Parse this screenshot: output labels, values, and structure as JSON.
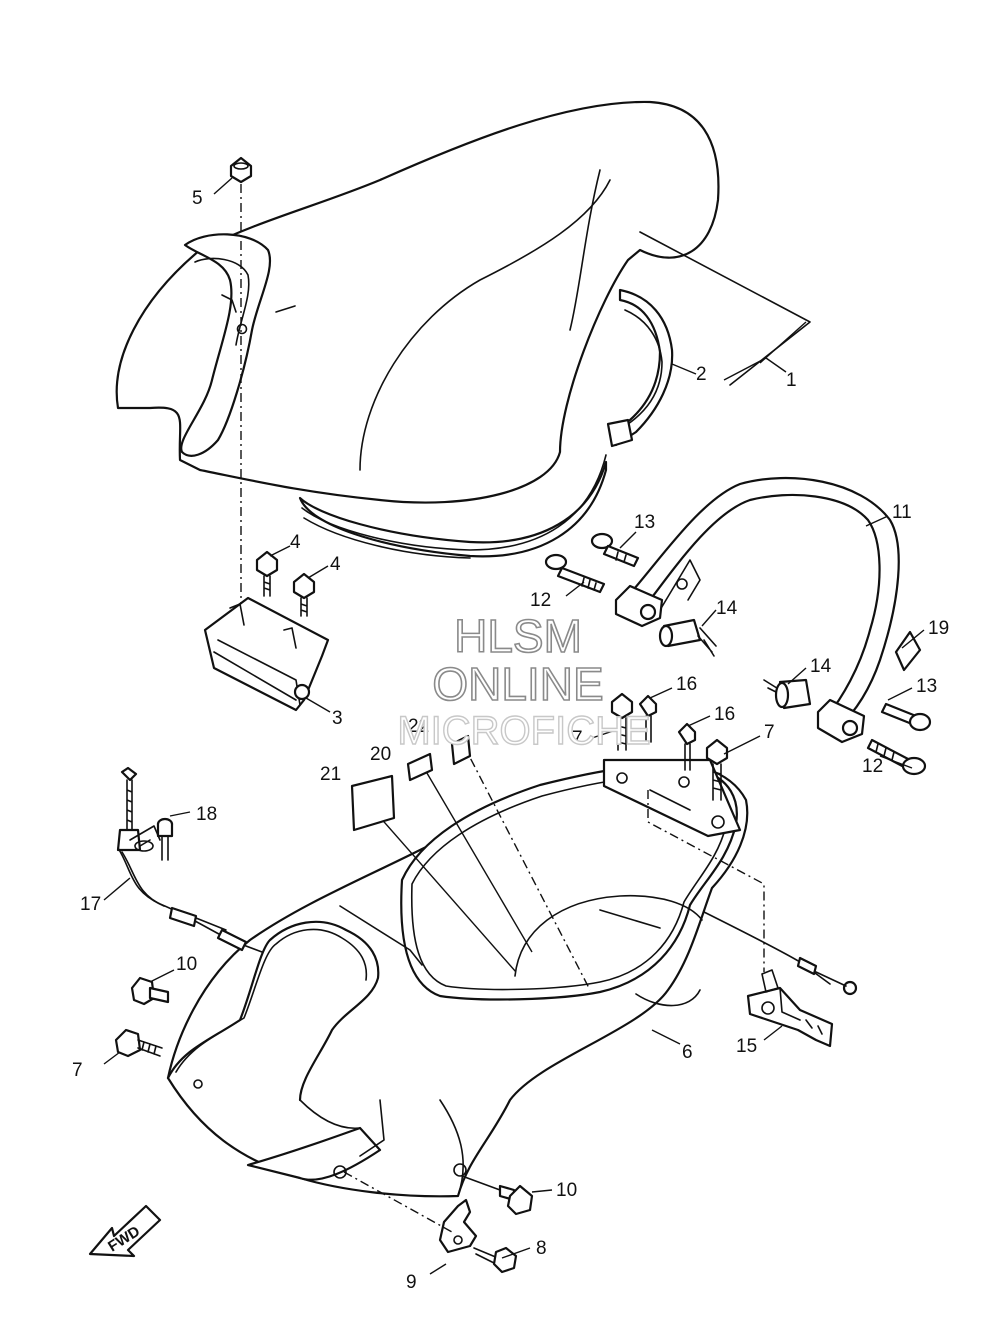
{
  "watermark": {
    "line1": "HLSM",
    "line2": "ONLINE",
    "line3": "MICROFICHE"
  },
  "direction_badge": {
    "label": "FWD",
    "icon": "forward-arrow-icon"
  },
  "callouts": [
    {
      "id": "c1",
      "label": "1"
    },
    {
      "id": "c2",
      "label": "2"
    },
    {
      "id": "c3",
      "label": "3"
    },
    {
      "id": "c4a",
      "label": "4"
    },
    {
      "id": "c4b",
      "label": "4"
    },
    {
      "id": "c5",
      "label": "5"
    },
    {
      "id": "c6",
      "label": "6"
    },
    {
      "id": "c7a",
      "label": "7"
    },
    {
      "id": "c7b",
      "label": "7"
    },
    {
      "id": "c7c",
      "label": "7"
    },
    {
      "id": "c8",
      "label": "8"
    },
    {
      "id": "c9",
      "label": "9"
    },
    {
      "id": "c10a",
      "label": "10"
    },
    {
      "id": "c10b",
      "label": "10"
    },
    {
      "id": "c11",
      "label": "11"
    },
    {
      "id": "c12a",
      "label": "12"
    },
    {
      "id": "c12b",
      "label": "12"
    },
    {
      "id": "c13a",
      "label": "13"
    },
    {
      "id": "c13b",
      "label": "13"
    },
    {
      "id": "c14a",
      "label": "14"
    },
    {
      "id": "c14b",
      "label": "14"
    },
    {
      "id": "c15",
      "label": "15"
    },
    {
      "id": "c16a",
      "label": "16"
    },
    {
      "id": "c16b",
      "label": "16"
    },
    {
      "id": "c17",
      "label": "17"
    },
    {
      "id": "c18",
      "label": "18"
    },
    {
      "id": "c19",
      "label": "19"
    },
    {
      "id": "c20",
      "label": "20"
    },
    {
      "id": "c21",
      "label": "21"
    },
    {
      "id": "c22",
      "label": "22"
    }
  ]
}
